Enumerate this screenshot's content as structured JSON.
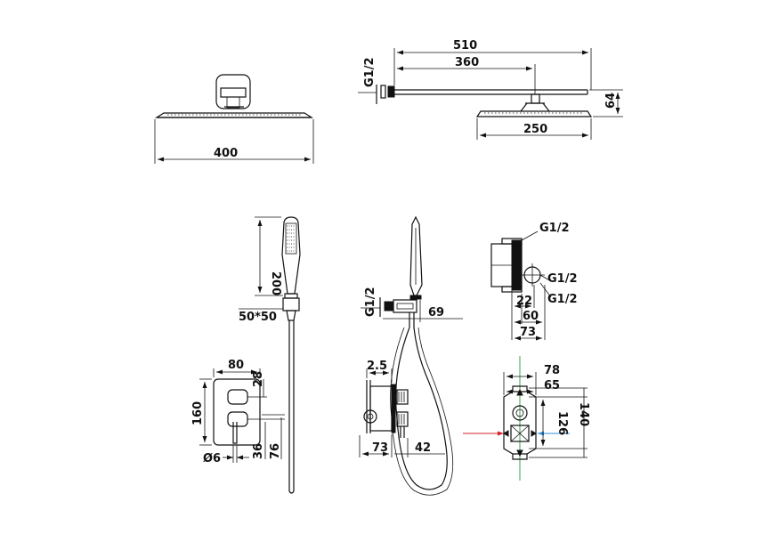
{
  "shower_head_front": {
    "width": "400"
  },
  "shower_arm_side": {
    "arm_length": "510",
    "head_offset": "360",
    "head_width": "250",
    "height": "64",
    "thread": "G1/2"
  },
  "hand_shower": {
    "length": "200",
    "holder": "50*50"
  },
  "hose_outlet": {
    "thread": "G1/2",
    "depth": "69"
  },
  "valve_body": {
    "top_thread": "G1/2",
    "mid_thread": "G1/2",
    "bottom_thread": "G1/2",
    "d22": "22",
    "d60": "60",
    "d73": "73"
  },
  "cover_plate": {
    "width": "80",
    "d28": "28",
    "height": "160",
    "d36": "36",
    "d76": "76",
    "hole": "Ø6"
  },
  "valve_side": {
    "offset": "2.5",
    "depth": "73",
    "protrusion": "42"
  },
  "valve_front": {
    "d78": "78",
    "d65": "65",
    "d126": "126",
    "d140": "140"
  },
  "colors": {
    "hot": "#d61f26",
    "cold": "#2a8fd6",
    "axis": "#1f9a3a"
  }
}
